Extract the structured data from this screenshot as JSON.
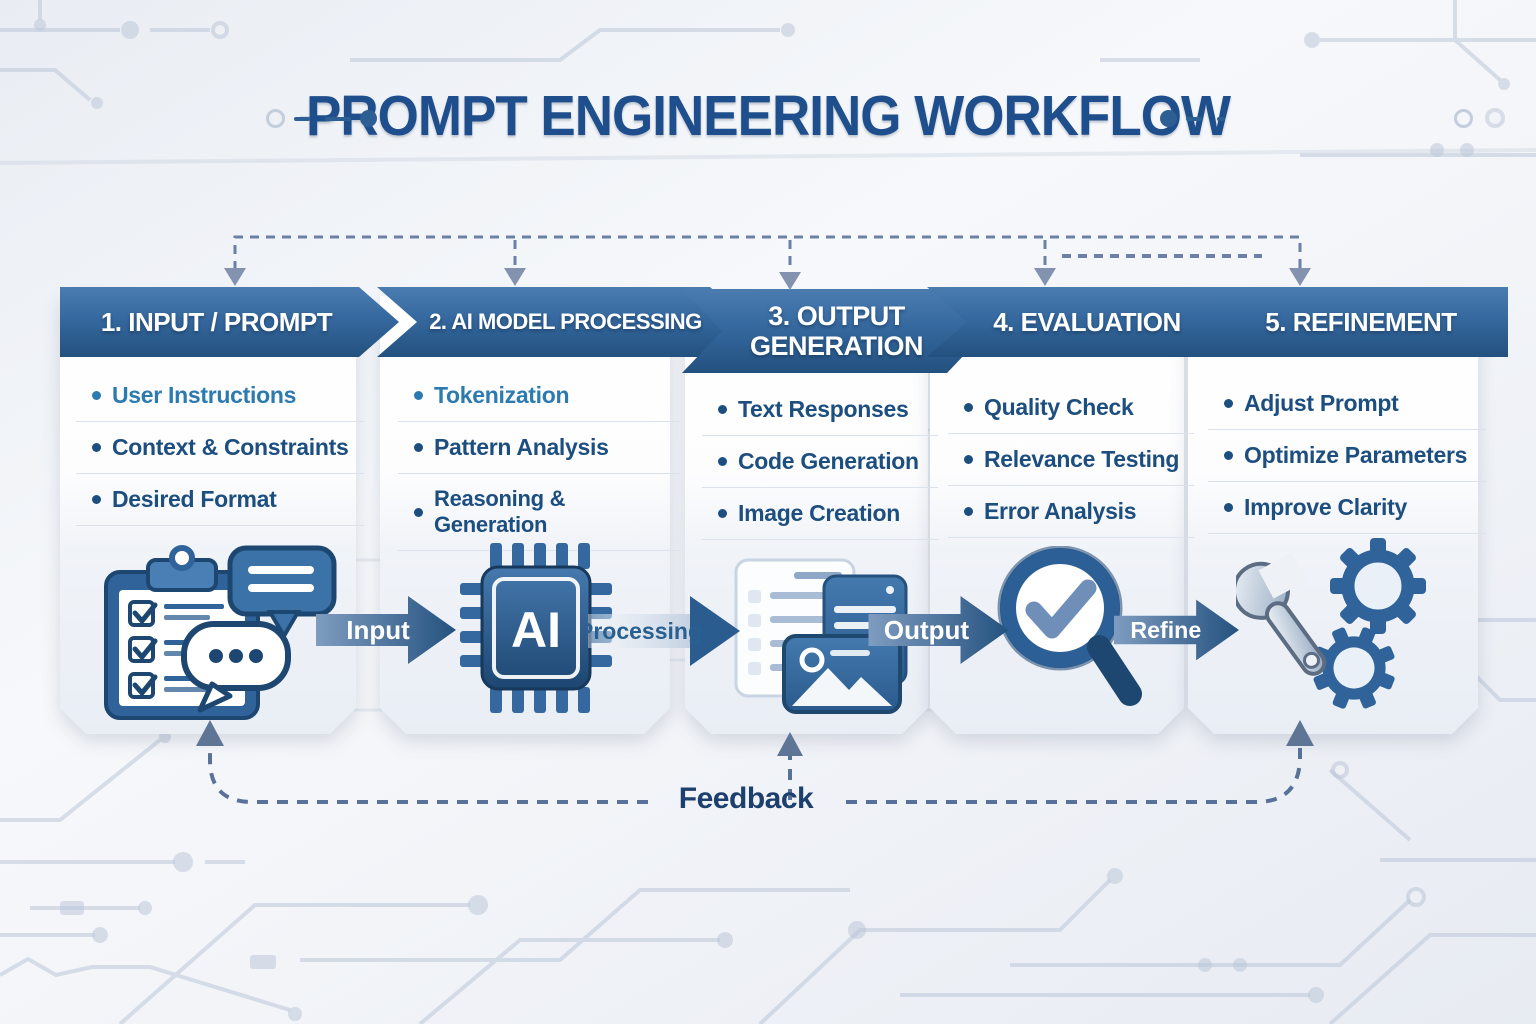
{
  "title": {
    "text": "PROMPT ENGINEERING WORKFLOW"
  },
  "stages": [
    {
      "header": "1. INPUT / PROMPT",
      "bullets": [
        "User Instructions",
        "Context & Constraints",
        "Desired Format"
      ],
      "icon": "clipboard-checklist-and-chat-bubbles"
    },
    {
      "header": "2. AI MODEL PROCESSING",
      "bullets": [
        "Tokenization",
        "Pattern Analysis",
        "Reasoning & Generation"
      ],
      "icon": "ai-chip"
    },
    {
      "header": "3. OUTPUT GENERATION",
      "bullets": [
        "Text Responses",
        "Code Generation",
        "Image Creation"
      ],
      "icon": "documents-and-image-card"
    },
    {
      "header": "4. EVALUATION",
      "bullets": [
        "Quality Check",
        "Relevance Testing",
        "Error Analysis"
      ],
      "icon": "magnifier-with-check"
    },
    {
      "header": "5. REFINEMENT",
      "bullets": [
        "Adjust Prompt",
        "Optimize Parameters",
        "Improve Clarity"
      ],
      "icon": "wrench-and-gears"
    }
  ],
  "flow": {
    "arrow1": "Input",
    "arrow2": "Processing",
    "arrow3": "Output",
    "arrow4": "Refine"
  },
  "feedback": {
    "label": "Feedback"
  },
  "icons": {
    "ai_chip_label": "AI"
  },
  "colors": {
    "title_blue": "#1e4e8c",
    "header_gradient_top": "#4a7cb0",
    "header_gradient_bottom": "#23517f",
    "bullet_dark": "#1d4e80",
    "bullet_light": "#2b7ab0",
    "arrow_blue": "#2b5c90",
    "dashed_line": "#3d5a88",
    "circuit_trace": "#b7c3d6"
  }
}
